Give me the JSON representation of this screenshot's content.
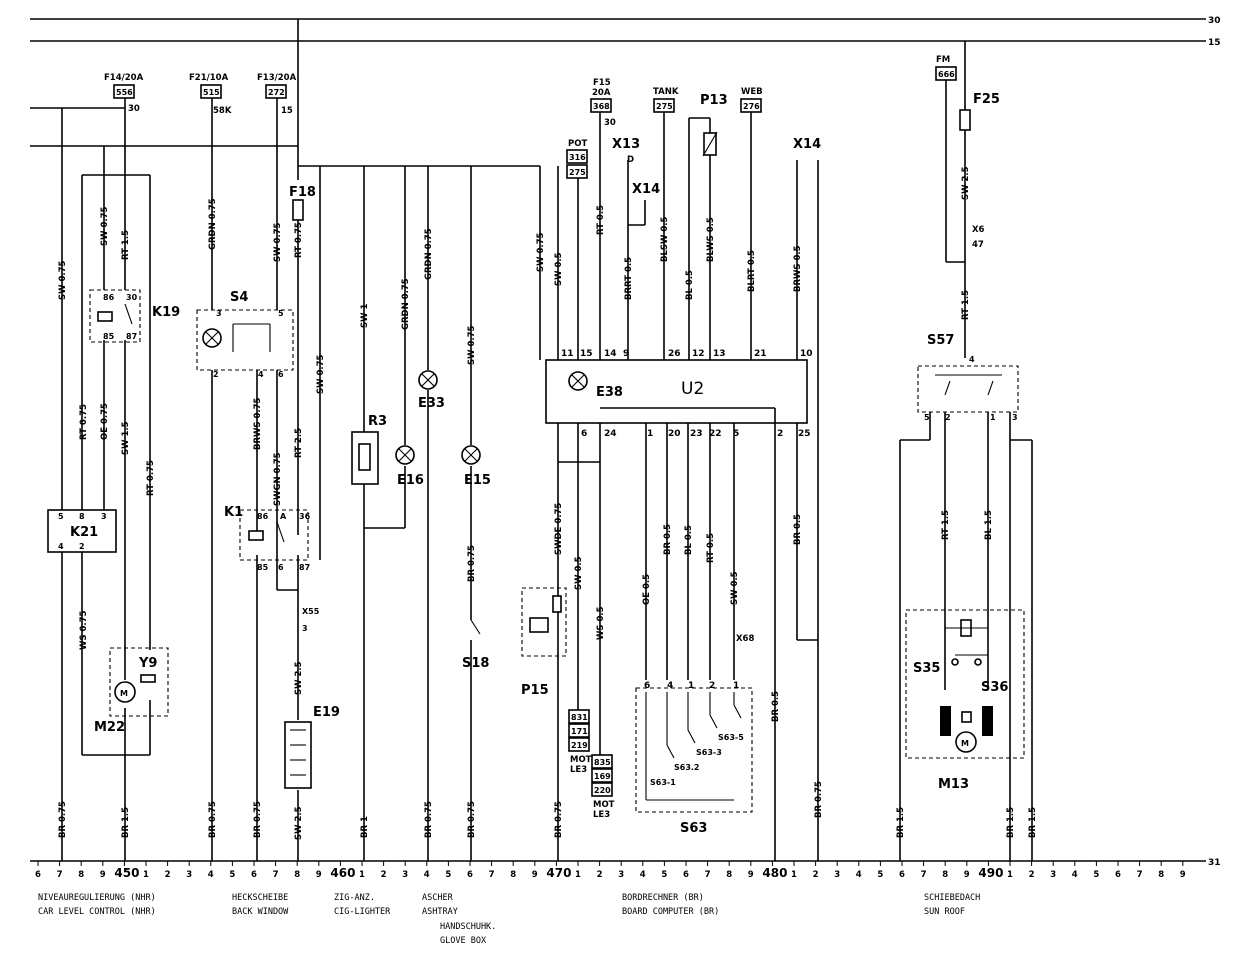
{
  "rails": {
    "r30": "30",
    "r15": "15",
    "r31": "31"
  },
  "fuses": {
    "f14": {
      "label": "F14/20A",
      "num": "556",
      "pin": "30"
    },
    "f21": {
      "label": "F21/10A",
      "num": "515",
      "pin": "58K"
    },
    "f13": {
      "label": "F13/20A",
      "num": "272",
      "pin": "15"
    },
    "f15": {
      "label1": "F15",
      "label2": "20A",
      "num": "368",
      "pin": "30"
    },
    "pot": {
      "label": "POT",
      "num1": "316",
      "num2": "275"
    },
    "tank": {
      "label": "TANK",
      "num": "275"
    },
    "web": {
      "label": "WEB",
      "num": "276"
    },
    "fm": {
      "label": "FM",
      "num": "666"
    },
    "f18": "F18",
    "f25": "F25"
  },
  "components": {
    "k19": "K19",
    "s4": "S4",
    "k21": "K21",
    "k1": "K1",
    "y9": "Y9",
    "m22": "M22",
    "e19": "E19",
    "r3": "R3",
    "e16": "E16",
    "e33": "E33",
    "e15": "E15",
    "s18": "S18",
    "p15": "P15",
    "e38": "E38",
    "u2": "U2",
    "x13": "X13",
    "x14a": "X14",
    "p13": "P13",
    "x14b": "X14",
    "s63": "S63",
    "s63_1": "S63-1",
    "s63_2": "S63.2",
    "s63_3": "S63-3",
    "s63_5": "S63-5",
    "x68": "X68",
    "s57": "S57",
    "x6": "X6",
    "x6pin": "47",
    "s35": "S35",
    "s36": "S36",
    "m13": "M13",
    "x6s": "X6"
  },
  "connectors": {
    "c831": "831",
    "c171": "171",
    "c219": "219",
    "mot1": "MOT",
    "le1": "LE3",
    "c835": "835",
    "c169": "169",
    "c220": "220",
    "mot2": "MOT",
    "le2": "LE3"
  },
  "wires": {
    "w1": "SW 0.75",
    "w2": "SW 0.75",
    "w3": "RT 1.5",
    "w4": "RT 0.75",
    "w5": "OE 0.75",
    "w6": "SW 1.5",
    "w7": "RT 0.75",
    "w8": "WS 0.75",
    "w9": "GRDN 0.75",
    "w10": "SW 0.75",
    "w11": "RT 0.75",
    "w12": "BRWS 0.75",
    "w13": "SWGN 0.75",
    "w14": "RT 2.5",
    "w15": "SW 0.75",
    "w16": "SW 2.5",
    "w17": "SW 1",
    "w18": "GRDN 0.75",
    "w19": "GRDN 0.75",
    "w20": "SW 0.75",
    "w21": "BR 0.75",
    "w22": "SW 0.75",
    "w23": "SW 0.5",
    "w24": "RT 0.5",
    "w25": "BRRT 0.5",
    "w26": "BLSW 0.5",
    "w27": "BL 0.5",
    "w28": "BLWS 0.5",
    "w29": "BLRT 0.5",
    "w30": "BRWS 0.5",
    "w31": "SWDE 0.75",
    "w32": "SW 0.5",
    "w33": "WS 0.5",
    "w34": "OE 0.5",
    "w35": "BR 0.5",
    "w36": "BL 0.5",
    "w37": "RT 0.5",
    "w38": "SW 0.5",
    "w39": "BR 0.5",
    "w40": "BR 0.5",
    "w41": "SW 2.5",
    "w42": "RT 1.5",
    "w43": "RT 1.5",
    "w44": "BL 1.5",
    "g1": "BR 0.75",
    "g2": "BR 1.5",
    "g3": "BR 0.75",
    "g4": "BR 0.75",
    "g5": "SW 2.5",
    "g6": "BR 1",
    "g7": "BR 0.75",
    "g8": "BR 0.75",
    "g9": "BR 0.75",
    "g10": "BR 0.75",
    "g11": "BR 1.5",
    "g12": "BR 1.5",
    "g13": "BR 1.5"
  },
  "pins": {
    "k19": [
      "86",
      "30",
      "85",
      "87"
    ],
    "k21": [
      "5",
      "8",
      "3",
      "4",
      "2"
    ],
    "s4": [
      "3",
      "2",
      "4",
      "6",
      "5"
    ],
    "k1": [
      "86",
      "A",
      "36",
      "85",
      "6",
      "87"
    ],
    "x55": [
      "X55",
      "3"
    ],
    "u2t": [
      "11",
      "15",
      "14",
      "9",
      "26",
      "12",
      "13",
      "21",
      "10"
    ],
    "u2b": [
      "6",
      "24",
      "1",
      "20",
      "23",
      "22",
      "5",
      "2",
      "25"
    ],
    "s63": [
      "6",
      "4",
      "1",
      "2",
      "1"
    ],
    "s57": [
      "4",
      "5",
      "2",
      "1",
      "3"
    ]
  },
  "ground_scale": [
    "6",
    "7",
    "8",
    "9",
    "450",
    "1",
    "2",
    "3",
    "4",
    "5",
    "6",
    "7",
    "8",
    "9",
    "460",
    "1",
    "2",
    "3",
    "4",
    "5",
    "6",
    "7",
    "8",
    "9",
    "470",
    "1",
    "2",
    "3",
    "4",
    "5",
    "6",
    "7",
    "8",
    "9",
    "480",
    "1",
    "2",
    "3",
    "4",
    "5",
    "6",
    "7",
    "8",
    "9",
    "490",
    "1",
    "2",
    "3",
    "4",
    "5",
    "6",
    "7",
    "8",
    "9"
  ],
  "captions": {
    "c1a": "NIVEAUREGULIERUNG (NHR)",
    "c1b": "CAR LEVEL CONTROL (NHR)",
    "c2a": "HECKSCHEIBE",
    "c2b": "BACK WINDOW",
    "c3a": "ZIG-ANZ.",
    "c3b": "CIG-LIGHTER",
    "c4a": "ASCHER",
    "c4b": "ASHTRAY",
    "c4c": "HANDSCHUHK.",
    "c4d": "GLOVE BOX",
    "c5a": "BORDRECHNER (BR)",
    "c5b": "BOARD COMPUTER (BR)",
    "c6a": "SCHIEBEDACH",
    "c6b": "SUN ROOF"
  }
}
